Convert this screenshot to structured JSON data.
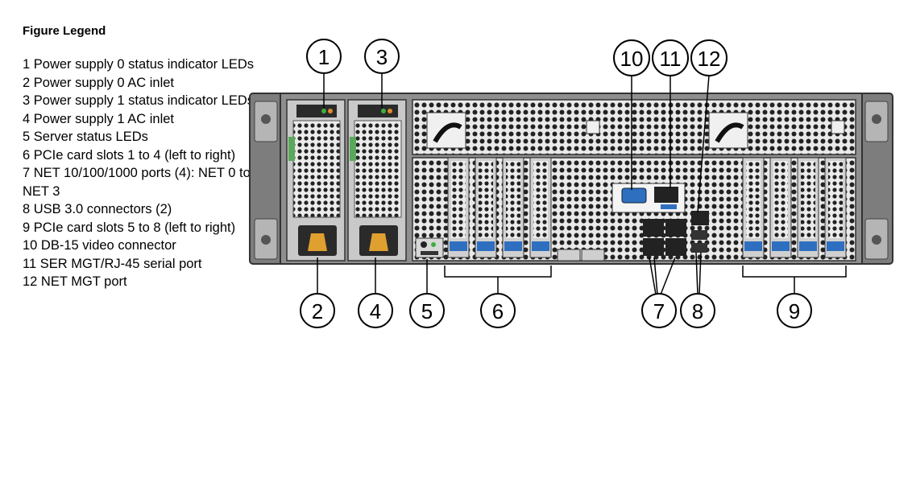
{
  "legend": {
    "title": "Figure Legend",
    "items": [
      "1 Power supply 0 status indicator LEDs",
      "2 Power supply 0 AC inlet",
      "3 Power supply 1 status indicator LEDs",
      "4 Power supply 1 AC inlet",
      "5 Server status LEDs",
      "6 PCIe card slots 1 to 4 (left to right)",
      "7 NET 10/100/1000 ports (4): NET 0 to NET 3",
      "8 USB 3.0 connectors (2)",
      "9 PCIe card slots 5 to 8 (left to right)",
      "10 DB-15 video connector",
      "11 SER MGT/RJ-45 serial port",
      "12 NET MGT port"
    ]
  },
  "callouts": {
    "c1": "1",
    "c2": "2",
    "c3": "3",
    "c4": "4",
    "c5": "5",
    "c6": "6",
    "c7": "7",
    "c8": "8",
    "c9": "9",
    "c10": "10",
    "c11": "11",
    "c12": "12"
  },
  "colors": {
    "chassis": "#8a8a8a",
    "chassis_dark": "#4a4a4a",
    "slot_blue": "#2f6fc0",
    "led_green": "#3fae3f",
    "psu_orange": "#e08a2a"
  }
}
